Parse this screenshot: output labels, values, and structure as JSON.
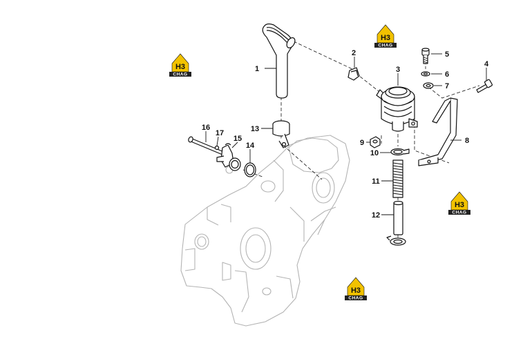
{
  "callouts": [
    {
      "id": "1",
      "label": "1"
    },
    {
      "id": "2",
      "label": "2"
    },
    {
      "id": "3",
      "label": "3"
    },
    {
      "id": "4",
      "label": "4"
    },
    {
      "id": "5",
      "label": "5"
    },
    {
      "id": "6",
      "label": "6"
    },
    {
      "id": "7",
      "label": "7"
    },
    {
      "id": "8",
      "label": "8"
    },
    {
      "id": "9",
      "label": "9"
    },
    {
      "id": "10",
      "label": "10"
    },
    {
      "id": "11",
      "label": "11"
    },
    {
      "id": "12",
      "label": "12"
    },
    {
      "id": "13",
      "label": "13"
    },
    {
      "id": "14",
      "label": "14"
    },
    {
      "id": "15",
      "label": "15"
    },
    {
      "id": "16",
      "label": "16"
    },
    {
      "id": "17",
      "label": "17"
    }
  ],
  "watermark": {
    "letters": "H3",
    "subtext": "CHAG",
    "colors": {
      "yellow": "#f2c200",
      "dark": "#222222"
    }
  }
}
